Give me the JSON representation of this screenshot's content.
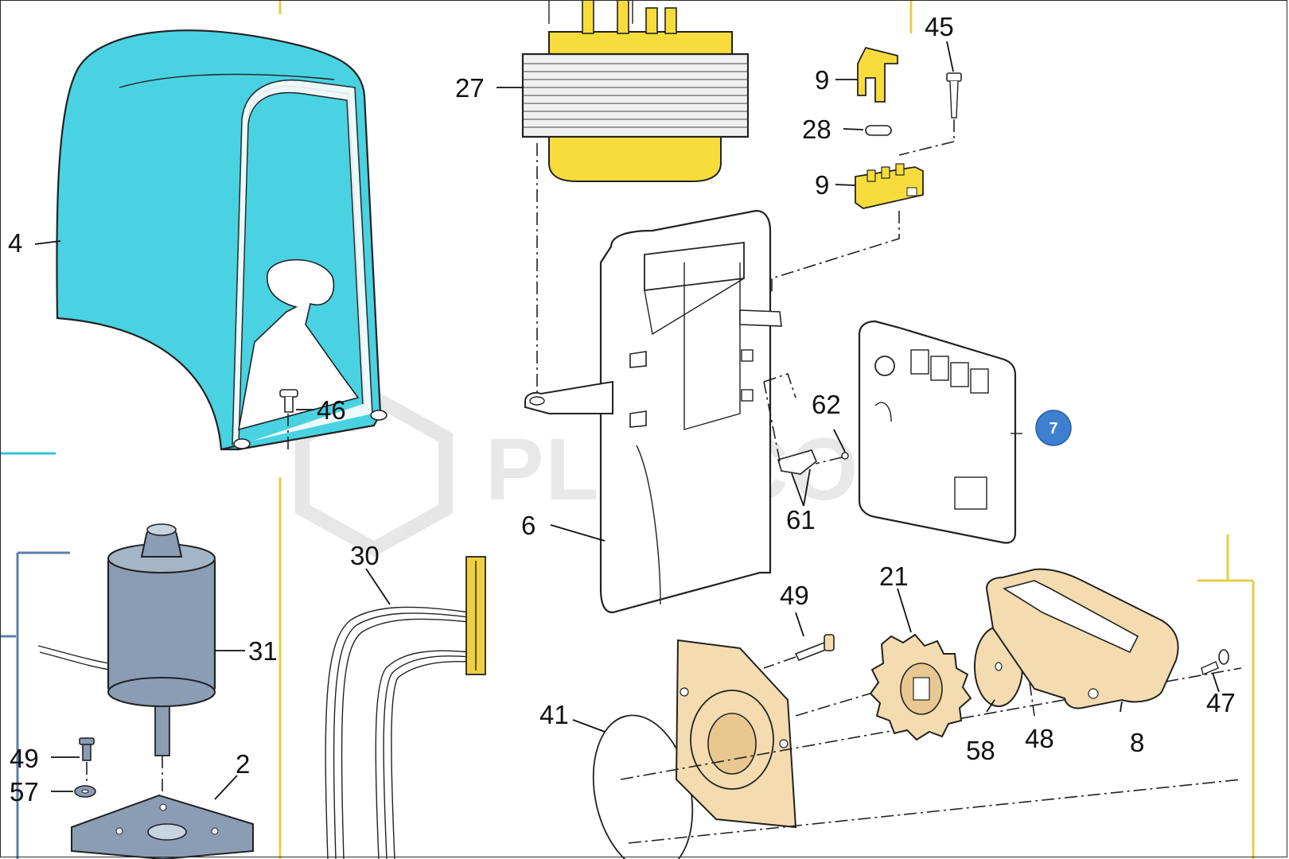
{
  "diagram": {
    "watermark": "PLUSCOM",
    "badge": "7",
    "colors": {
      "cover": "#49d2e2",
      "transformer_body": "#f0f0f0",
      "transformer_yellow": "#f7dc3c",
      "motor": "#8a9db5",
      "pinion_parts": "#f4dcb0",
      "badge": "#3f7fd0",
      "guide_cyan": "#2fc4d8",
      "guide_yellow": "#e8cc4a",
      "guide_blue": "#5a7fa8"
    },
    "callouts": {
      "c4": "4",
      "c46": "46",
      "c31": "31",
      "c49a": "49",
      "c57": "57",
      "c2": "2",
      "c30": "30",
      "c27": "27",
      "c6": "6",
      "c41": "41",
      "c9a": "9",
      "c28": "28",
      "c9b": "9",
      "c45": "45",
      "c62": "62",
      "c61": "61",
      "c49b": "49",
      "c21": "21",
      "c58": "58",
      "c48": "48",
      "c8": "8",
      "c47": "47"
    }
  }
}
